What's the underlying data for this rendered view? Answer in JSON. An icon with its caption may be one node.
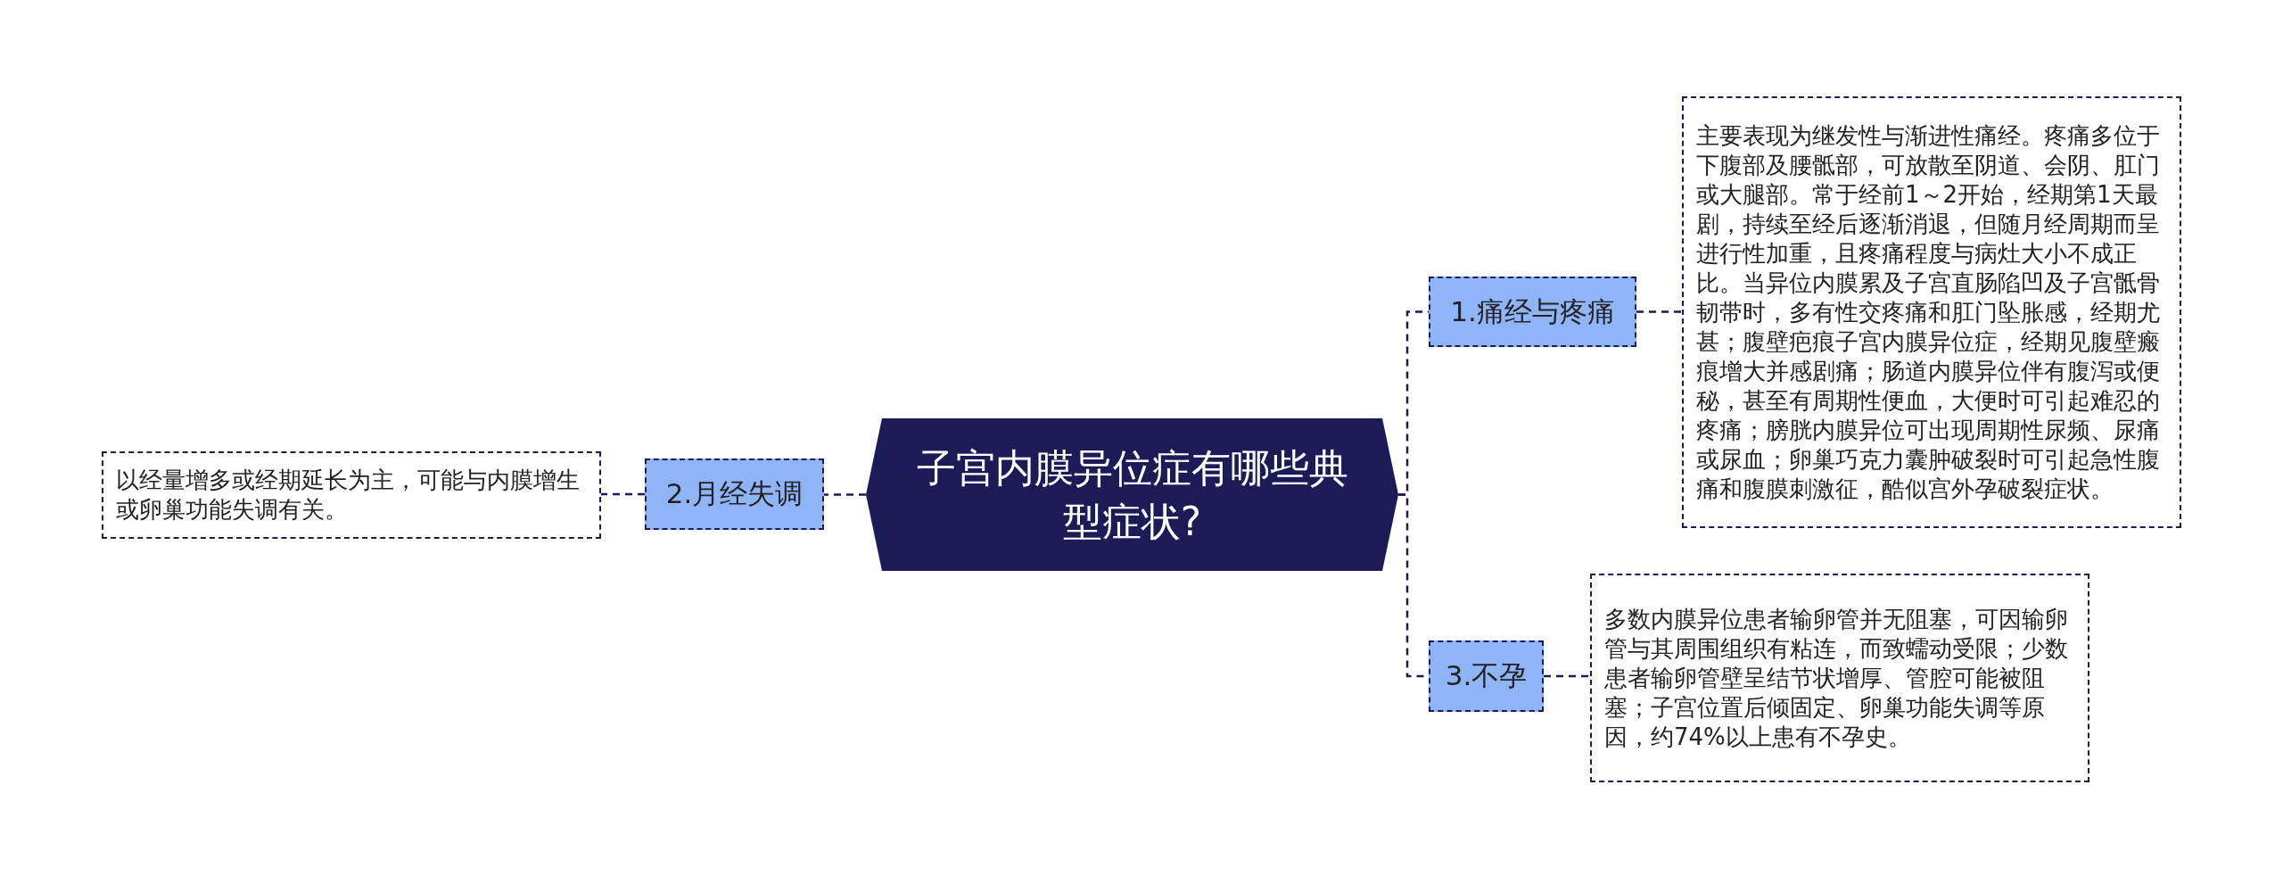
{
  "diagram": {
    "nodes": [
      {
        "text": [
          "子宫内膜异位症有哪些典型症状?"
        ]
      },
      {
        "text": [
          "1.痛经与疼痛"
        ]
      },
      {
        "text": [
          "主要表现为继发性与渐进性痛经。疼痛多位于下腹部及腰骶部，可放散至阴道、会阴、肛门或大腿部。常于经前1～2开始，经期第1天最剧，持续至经后逐渐消退，但随月经周期而呈进行性加重，且疼痛程度与病灶大小不成正比。当异位内膜累及子宫直肠陷凹及子宫骶骨韧带时，多有性交疼痛和肛门坠胀感，经期尤甚；腹壁疤痕子宫内膜异位症，经期见腹壁瘢痕增大并感剧痛；肠道内膜异位伴有腹泻或便秘，甚至有周期性便血，大便时可引起难忍的疼痛；膀胱内膜异位可出现周期性尿频、尿痛或尿血；卵巢巧克力囊肿破裂时可引起急性腹痛和腹膜刺激征，酷似宫外孕破裂症状。"
        ]
      },
      {
        "text": [
          "2.月经失调"
        ]
      },
      {
        "text": [
          "以经量增多或经期延长为主，可能与内膜增生或卵巢功能失调有关。"
        ]
      },
      {
        "text": [
          "3.不孕"
        ]
      },
      {
        "text": [
          "多数内膜异位患者输卵管并无阻塞，可因输卵管与其周围组织有粘连，而致蠕动受限；少数患者输卵管壁呈结节状增厚、管腔可能被阻塞；子宫位置后倾固定、卵巢功能失调等原因，约74%以上患有不孕史。"
        ]
      }
    ],
    "edges": [
      {
        "from": 0,
        "to": 1,
        "arrow": "none",
        "style": "dashed"
      },
      {
        "from": 1,
        "to": 2,
        "arrow": "none",
        "style": "dashed"
      },
      {
        "from": 0,
        "to": 3,
        "arrow": "none",
        "style": "dashed"
      },
      {
        "from": 3,
        "to": 4,
        "arrow": "none",
        "style": "dashed"
      },
      {
        "from": 0,
        "to": 5,
        "arrow": "none",
        "style": "dashed"
      },
      {
        "from": 5,
        "to": 6,
        "arrow": "none",
        "style": "dashed"
      }
    ]
  }
}
